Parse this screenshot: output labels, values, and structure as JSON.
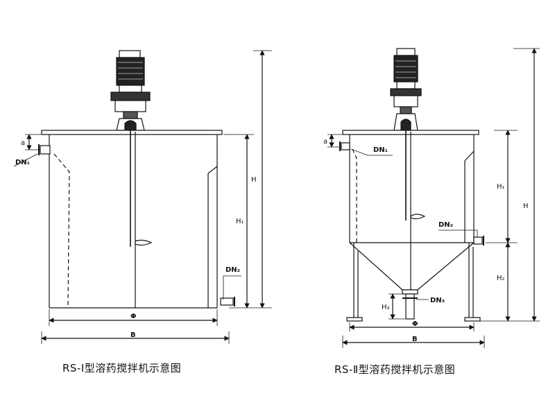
{
  "left_diagram": {
    "caption": "RS-Ⅰ型溶药搅拌机示意图",
    "labels": {
      "a": "a",
      "dn1": "DN₁",
      "dn2": "DN₂",
      "h": "H",
      "h1": "H₁",
      "phi": "Φ",
      "b": "B"
    }
  },
  "right_diagram": {
    "caption": "RS-Ⅱ型溶药搅拌机示意图",
    "labels": {
      "a": "a",
      "dn1": "DN₁",
      "dn2": "DN₂",
      "dn3": "DN₃",
      "h": "H",
      "h1": "H₁",
      "h2": "H₂",
      "h3": "H₃",
      "phi": "Φ",
      "b": "B"
    }
  }
}
